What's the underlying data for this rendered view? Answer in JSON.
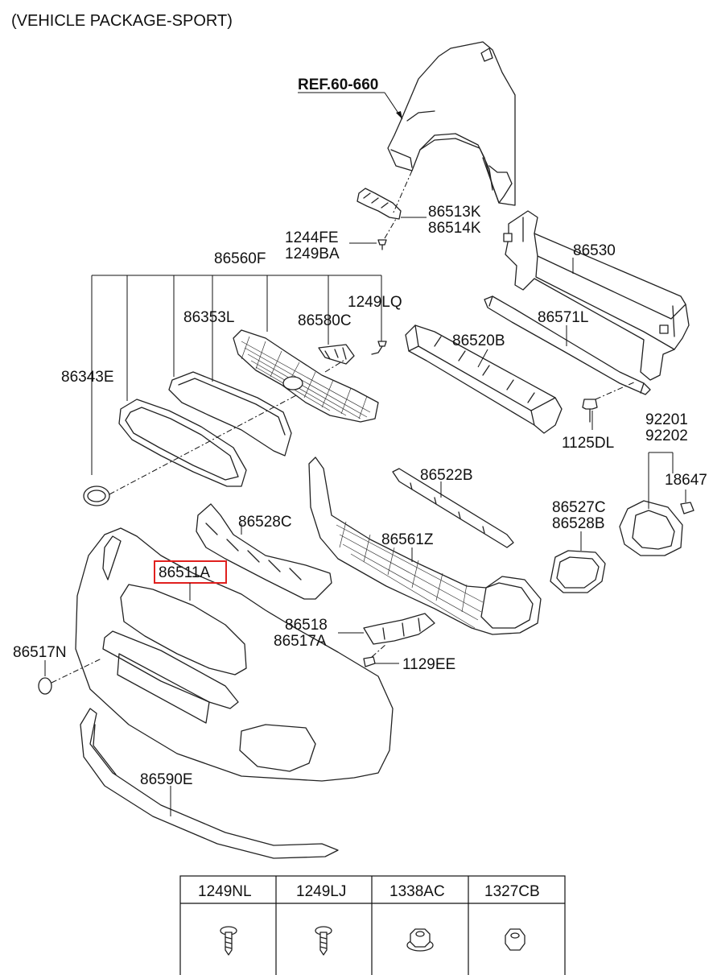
{
  "header": {
    "package": "(VEHICLE PACKAGE-SPORT)"
  },
  "reference": "REF.60-660",
  "parts": {
    "p86513K": "86513K",
    "p86514K": "86514K",
    "p1244FE": "1244FE",
    "p1249BA": "1249BA",
    "p86560F": "86560F",
    "p86530": "86530",
    "p1249LQ": "1249LQ",
    "p86353L": "86353L",
    "p86580C": "86580C",
    "p86571L": "86571L",
    "p86520B": "86520B",
    "p86343E": "86343E",
    "p92201": "92201",
    "p92202": "92202",
    "p1125DL": "1125DL",
    "p18647": "18647",
    "p86522B": "86522B",
    "p86527C": "86527C",
    "p86528B": "86528B",
    "p86528C": "86528C",
    "p86561Z": "86561Z",
    "p86511A": "86511A",
    "p86518": "86518",
    "p86517A": "86517A",
    "p86517N": "86517N",
    "p1129EE": "1129EE",
    "p86590E": "86590E"
  },
  "highlighted_part": "86511A",
  "fastener_table": {
    "columns": [
      "1249NL",
      "1249LJ",
      "1338AC",
      "1327CB"
    ],
    "icons": [
      "screw-icon",
      "screw-icon",
      "flange-nut-icon",
      "hex-nut-icon"
    ]
  },
  "colors": {
    "highlight": "#e0201e",
    "line": "#222222"
  }
}
